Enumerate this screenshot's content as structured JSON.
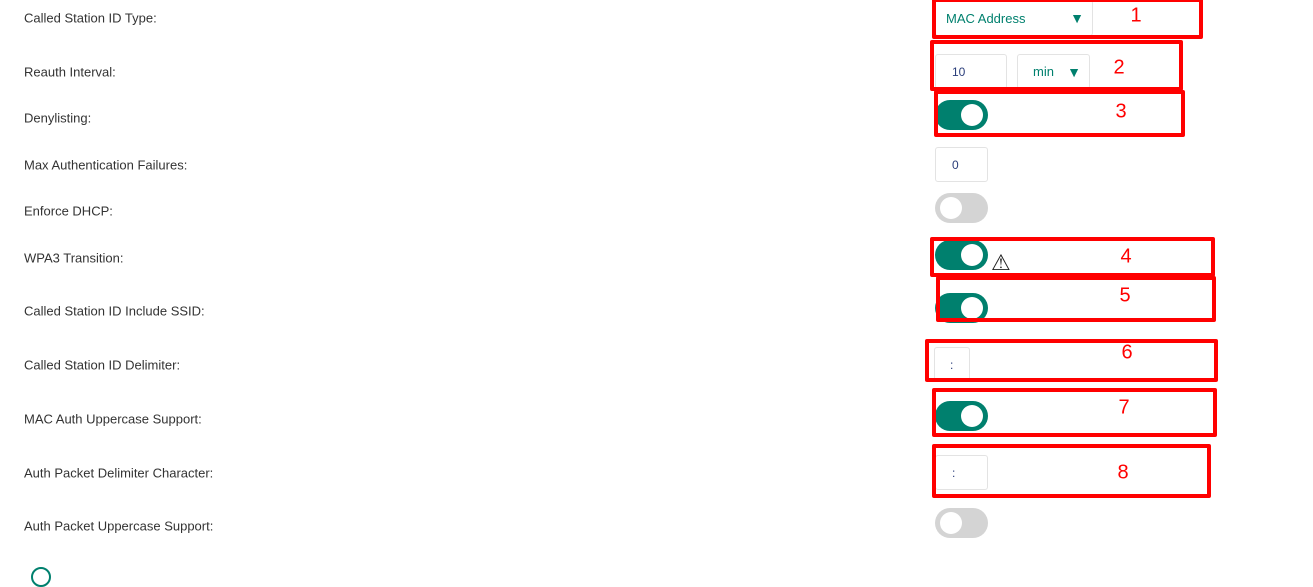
{
  "fields": {
    "called_station_id_type": {
      "label": "Called Station ID Type:",
      "value": "MAC Address"
    },
    "reauth_interval": {
      "label": "Reauth Interval:",
      "value": "10",
      "unit": "min"
    },
    "denylisting": {
      "label": "Denylisting:",
      "on": true
    },
    "max_auth_failures": {
      "label": "Max Authentication Failures:",
      "value": "0"
    },
    "enforce_dhcp": {
      "label": "Enforce DHCP:",
      "on": false
    },
    "wpa3_transition": {
      "label": "WPA3 Transition:",
      "on": true
    },
    "called_station_id_include_ssid": {
      "label": "Called Station ID Include SSID:",
      "on": true
    },
    "called_station_id_delimiter": {
      "label": "Called Station ID Delimiter:",
      "value": ":"
    },
    "mac_auth_uppercase": {
      "label": "MAC Auth Uppercase Support:",
      "on": true
    },
    "auth_packet_delimiter": {
      "label": "Auth Packet Delimiter Character:",
      "value": ":"
    },
    "auth_packet_uppercase": {
      "label": "Auth Packet Uppercase Support:",
      "on": false
    }
  },
  "annotations": [
    "1",
    "2",
    "3",
    "4",
    "5",
    "6",
    "7",
    "8"
  ],
  "colors": {
    "accent": "#00806e",
    "annotation": "#ff0000"
  }
}
